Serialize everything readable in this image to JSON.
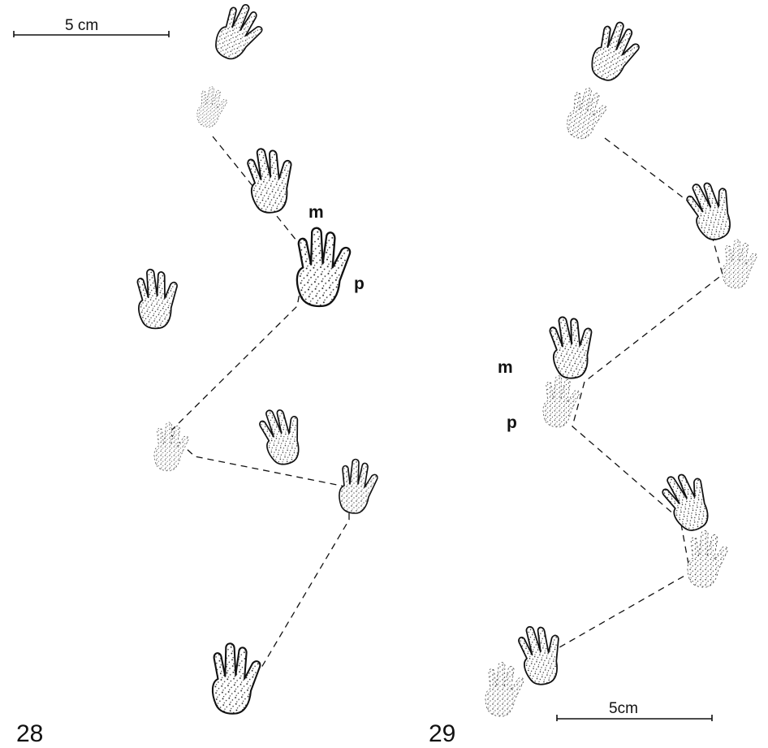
{
  "figures": [
    {
      "number": "28",
      "scale_bar_label": "5 cm",
      "manus_label": "m",
      "pes_label": "p"
    },
    {
      "number": "29",
      "scale_bar_label": "5cm",
      "manus_label": "m",
      "pes_label": "p"
    }
  ]
}
